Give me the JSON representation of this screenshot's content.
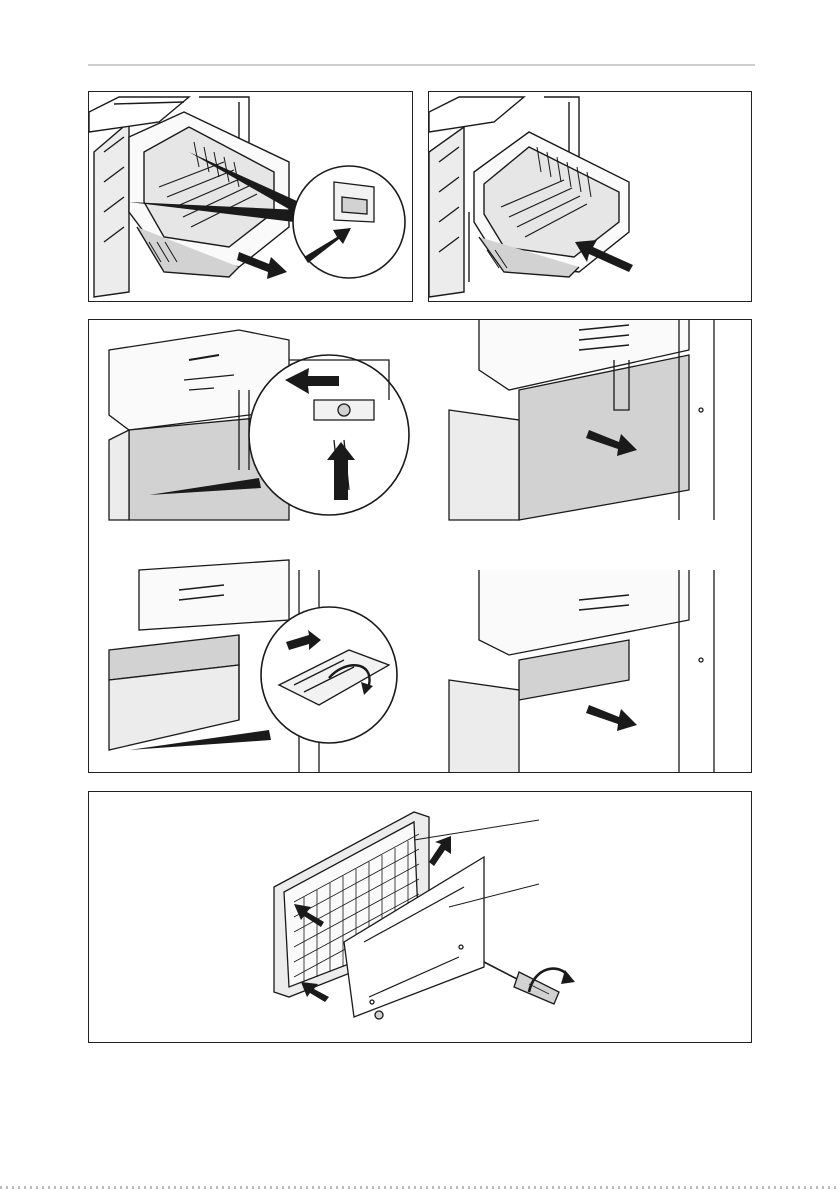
{
  "page": {
    "title": "",
    "footer_text": ""
  },
  "figures": [
    {
      "id": "fig-1",
      "description": ""
    },
    {
      "id": "fig-2",
      "description": ""
    },
    {
      "id": "fig-3",
      "description": ""
    },
    {
      "id": "fig-4",
      "description": ""
    }
  ],
  "colors": {
    "line": "#1a1a1a",
    "shade": "#d2d2d2",
    "light_shade": "#ececec",
    "rule": "#cfcfcf"
  },
  "icons": [
    "arrow-icon",
    "rotate-arrow-icon",
    "screwdriver-icon",
    "magnifier-circle"
  ]
}
